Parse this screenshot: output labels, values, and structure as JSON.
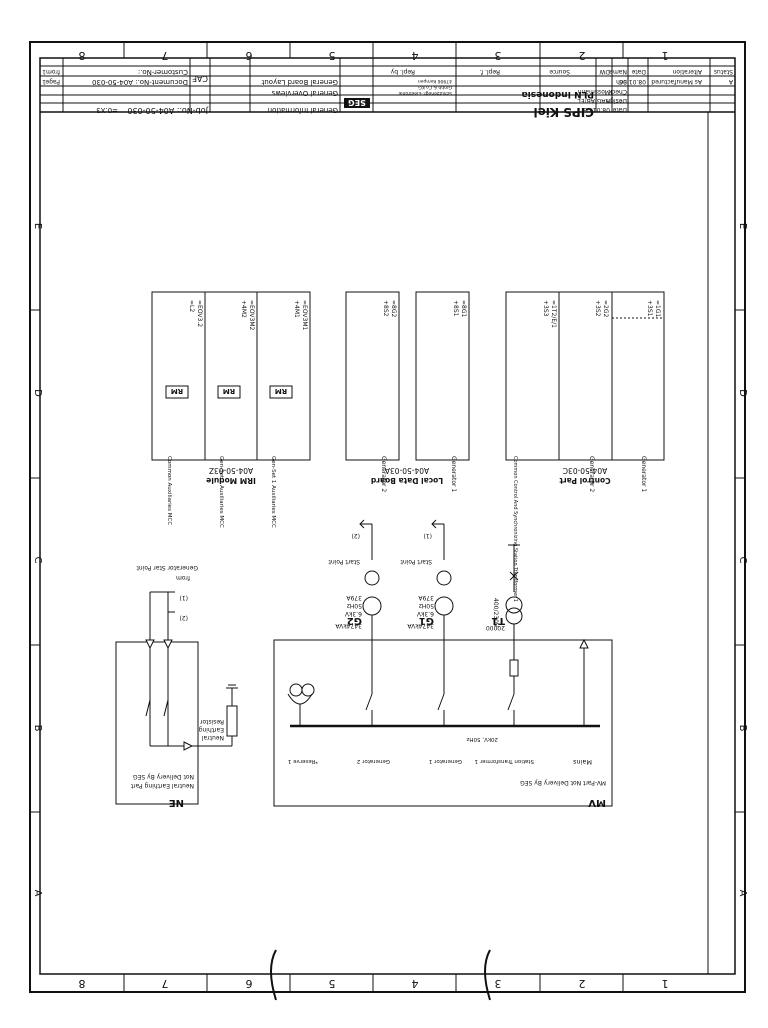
{
  "title_block": {
    "status_header": "Status",
    "alteration_header": "Alteration",
    "date_header": "Date",
    "name_header": "Name",
    "status_a": "A",
    "alteration_a": "As Manufactured",
    "date_a": "08.01.06",
    "name_a": "Sch",
    "check_label": "Check",
    "check_name": "Mossmann",
    "design_label": "Design",
    "design_value": "HAG/AB/EL",
    "date_label": "Date",
    "date_value": "08.01.06",
    "dw_label": "DW",
    "source_label": "Source",
    "repl_label": "Repl. f.",
    "repl_by_label": "Repl. by",
    "project_title": "CIPS Kiel",
    "project_subtitle": "PLN Indonesia",
    "company_name": "SEG",
    "company_address_1": "Schutzenegr.-Elektronik",
    "company_address_2": "Gmbh & Co KG",
    "company_address_3": "47906 Kempen",
    "desc_1": "General Information",
    "desc_2": "General Overviews",
    "desc_3": "General Board Layout",
    "job_no": "Job-No.: A04-50-030",
    "document_no": "Document-No.: A04-50-030",
    "customer_no": "Customer-No.:",
    "cae": "CAE",
    "page_label": "Page",
    "page_value": "1",
    "from_label": "from",
    "from_value": "1",
    "ref": "=0.X3"
  },
  "frame": {
    "columns": [
      "1",
      "2",
      "3",
      "4",
      "5",
      "6",
      "7",
      "8"
    ],
    "rows": [
      "A",
      "B",
      "C",
      "D",
      "E"
    ]
  },
  "panels": {
    "control": {
      "title": "Control Part",
      "code": "A04-50-03C",
      "cells": [
        {
          "name": "Generator 1",
          "refs": [
            "=1G1",
            "+3S1"
          ]
        },
        {
          "name": "Generator 2",
          "refs": [
            "=2G2",
            "+3S2"
          ]
        },
        {
          "name": "Common Control And Synchronizing Station Transformer 1",
          "refs": [
            "=1T2/E/1",
            "+3S3"
          ]
        }
      ]
    },
    "local": {
      "title": "Local Data Board",
      "code": "A04-50-03A",
      "cells": [
        {
          "name": "Generator 1",
          "refs": [
            "=8G1",
            "+8S1"
          ]
        },
        {
          "name": "Generator 2",
          "refs": [
            "=8G2",
            "+8S2"
          ]
        }
      ]
    },
    "irm": {
      "title": "IRM Module",
      "code": "A04-50-03Z",
      "badge": "RM",
      "cells": [
        {
          "name": "Gen-Set 1 Auxiliaries MCC",
          "refs": [
            "=EOV3M1",
            "+4M1"
          ]
        },
        {
          "name": "Gen-Set 2 Auxiliaries MCC",
          "refs": [
            "=EOV3M2",
            "+4M2"
          ]
        },
        {
          "name": "Common Auxiliaries MCC",
          "refs": [
            "=EOV3.2",
            "=L2"
          ]
        }
      ]
    }
  },
  "mv": {
    "title": "MV",
    "subtitle": "MV-Part Not Delivery By SEG",
    "mains_label": "Mains",
    "station_label": "Station Transformer 1",
    "rating_label": "20kV, 50Hz",
    "gen1_label": "Generator 1",
    "gen2_label": "Generator 2",
    "reserve_label": "*Reserve 1"
  },
  "transformer": {
    "name": "T1",
    "rating": "20000",
    "voltage": "400/230V"
  },
  "generators": [
    {
      "name": "G1",
      "power": "3474kVA",
      "voltage": "6.3kV",
      "freq": "50Hz",
      "current": "379A",
      "start": "Start Point",
      "start_n": "(1)"
    },
    {
      "name": "G2",
      "power": "3474kVA",
      "voltage": "6.3kV",
      "freq": "50Hz",
      "current": "379A",
      "start": "Start Point",
      "start_n": "(2)"
    }
  ],
  "ne": {
    "title": "NE",
    "subtitle_1": "Neutral Earthing Part",
    "subtitle_2": "Not Delivery By SEG",
    "resistor_1": "Neutral",
    "resistor_2": "Earthing",
    "resistor_3": "Resistor",
    "from_label": "from",
    "source_label": "Generator Star Point",
    "n1": "(1)",
    "n2": "(2)"
  }
}
